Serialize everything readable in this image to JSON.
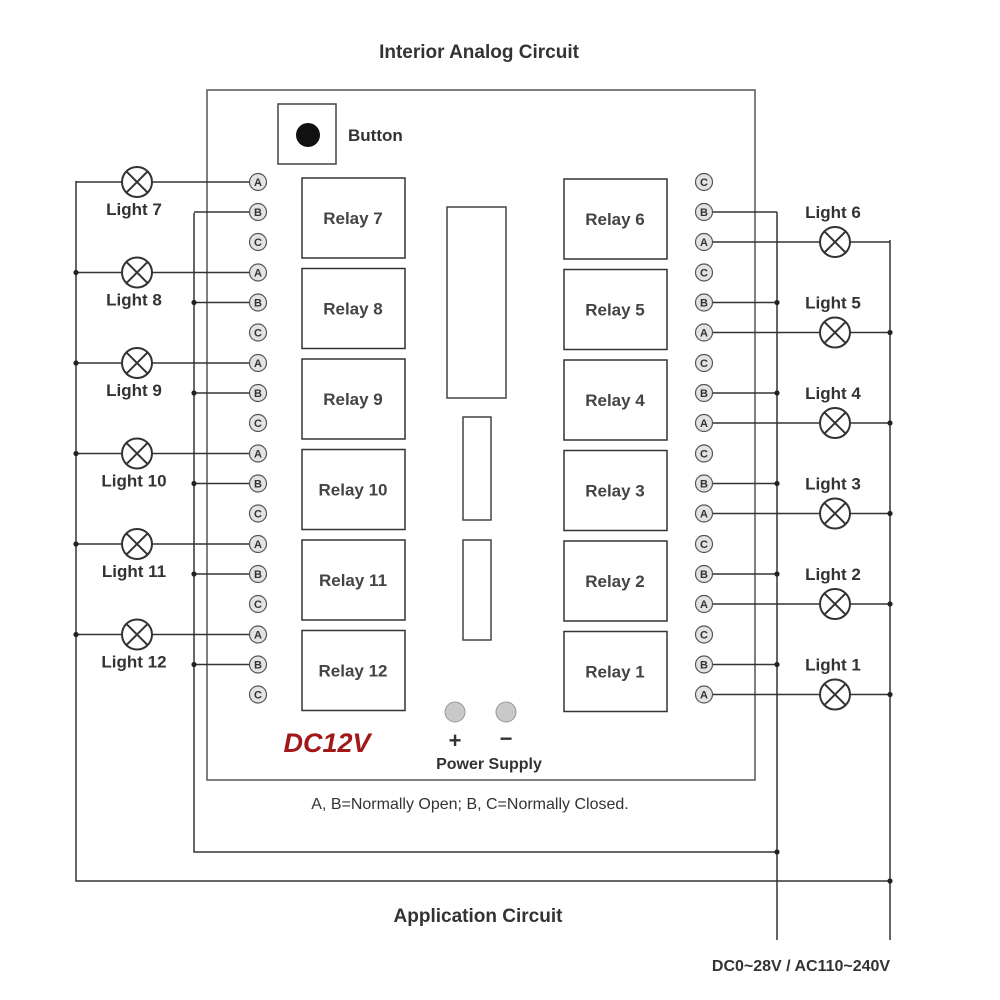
{
  "header": {
    "title": "Interior Analog Circuit"
  },
  "button": {
    "label": "Button"
  },
  "relays_left": [
    "Relay 7",
    "Relay 8",
    "Relay 9",
    "Relay 10",
    "Relay 11",
    "Relay 12"
  ],
  "relays_right": [
    "Relay 6",
    "Relay 5",
    "Relay 4",
    "Relay 3",
    "Relay 2",
    "Relay 1"
  ],
  "lights_left": [
    "Light 7",
    "Light 8",
    "Light 9",
    "Light 10",
    "Light 11",
    "Light 12"
  ],
  "lights_right": [
    "Light 6",
    "Light 5",
    "Light 4",
    "Light 3",
    "Light 2",
    "Light 1"
  ],
  "terminals_left": [
    "A",
    "B",
    "C"
  ],
  "terminals_right": [
    "C",
    "B",
    "A"
  ],
  "board": {
    "brand": "DC12V",
    "brand_color": "#a01818",
    "plus": "+",
    "minus": "−",
    "power_supply": "Power Supply",
    "note": "A, B=Normally Open;  B, C=Normally Closed."
  },
  "footer": {
    "application": "Application Circuit",
    "source": "DC0~28V / AC110~240V"
  }
}
